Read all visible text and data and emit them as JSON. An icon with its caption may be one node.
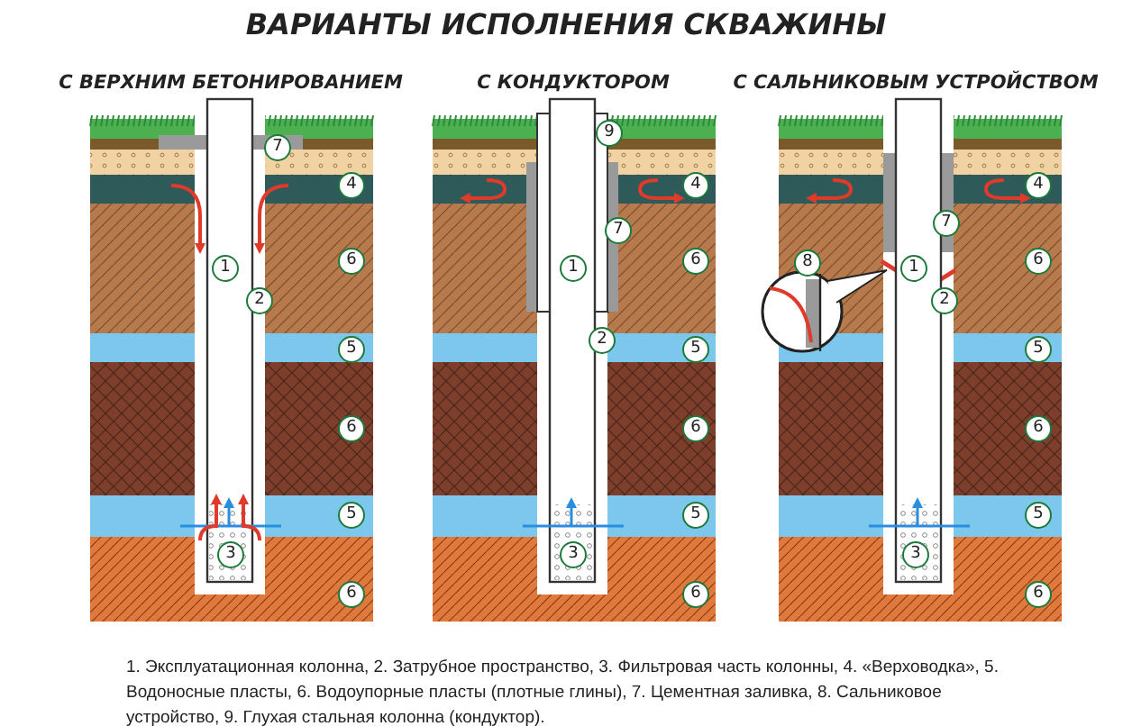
{
  "diagram": {
    "title": "ВАРИАНТЫ ИСПОЛНЕНИЯ СКВАЖИНЫ",
    "caption": "1. Эксплуатационная колонна, 2. Затрубное пространство, 3. Фильтровая часть колонны, 4. «Верховодка», 5. Водоносные пласты, 6. Водоупорные пласты (плотные глины), 7. Цементная заливка, 8. Сальниковое устройство, 9. Глухая стальная колонна (кондуктор).",
    "labels": [
      "С ВЕРХНИМ БЕТОНИРОВАНИЕМ",
      "7",
      "4",
      "6",
      "1",
      "2",
      "5",
      "6",
      "5",
      "3",
      "6",
      "С КОНДУКТОРОМ",
      "9",
      "4",
      "7",
      "6",
      "1",
      "2",
      "5",
      "6",
      "5",
      "3",
      "6",
      "С САЛЬНИКОВЫМ УСТРОЙСТВОМ",
      "4",
      "7",
      "6",
      "8",
      "1",
      "2",
      "5",
      "6",
      "5",
      "3",
      "6"
    ]
  }
}
